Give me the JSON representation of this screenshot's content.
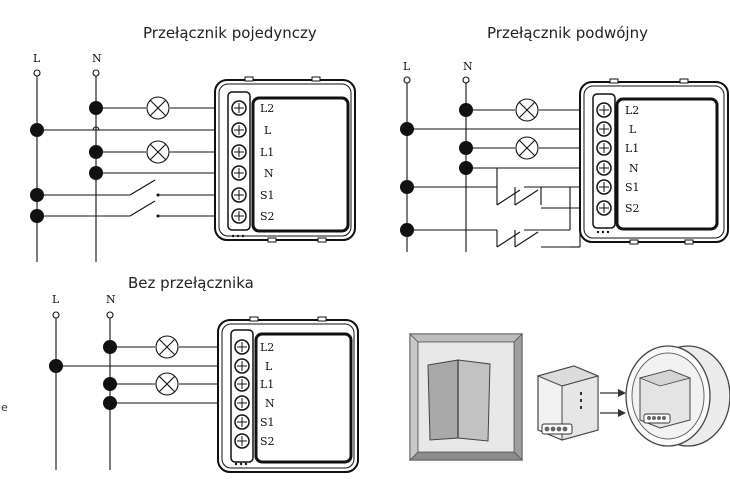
{
  "diagrams": [
    {
      "title": "Przełącznik pojedynczy",
      "line_labels": [
        "L",
        "N"
      ],
      "terminals": [
        "L2",
        "L",
        "L1",
        "N",
        "S1",
        "S2"
      ]
    },
    {
      "title": "Przełącznik podwójny",
      "line_labels": [
        "L",
        "N"
      ],
      "terminals": [
        "L2",
        "L",
        "L1",
        "N",
        "S1",
        "S2"
      ]
    },
    {
      "title": "Bez przełącznika",
      "line_labels": [
        "L",
        "N"
      ],
      "terminals": [
        "L2",
        "L",
        "L1",
        "N",
        "S1",
        "S2"
      ]
    }
  ],
  "edge_letter": "e"
}
